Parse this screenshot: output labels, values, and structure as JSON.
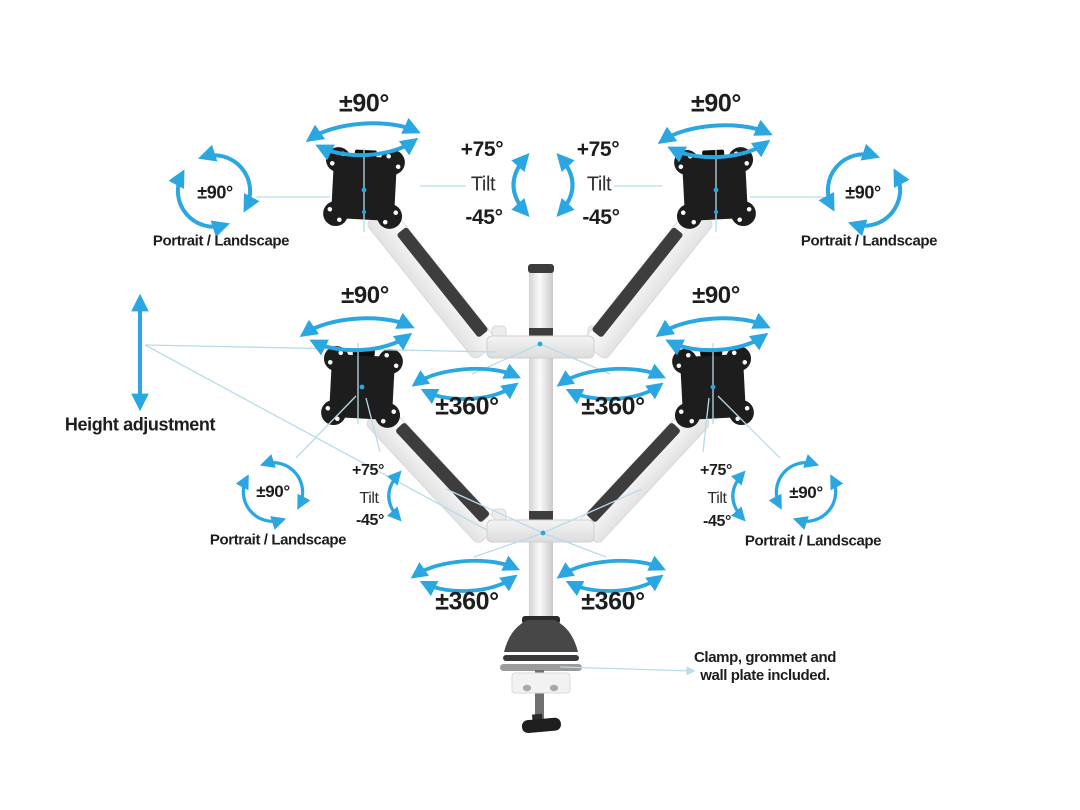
{
  "colors": {
    "arrow_blue": "#2aa7e0",
    "leader_blue": "#b7dde9",
    "text_dark": "#1d1d1d"
  },
  "labels": {
    "swivel_angle": "±90°",
    "rotation_angle": "±90°",
    "tilt_up": "+75°",
    "tilt": "Tilt",
    "tilt_down": "-45°",
    "arm_rotation": "±360°",
    "portrait_landscape": "Portrait / Landscape",
    "height_adjustment": "Height adjustment",
    "clamp_note_line1": "Clamp, grommet and",
    "clamp_note_line2": "wall plate included."
  }
}
